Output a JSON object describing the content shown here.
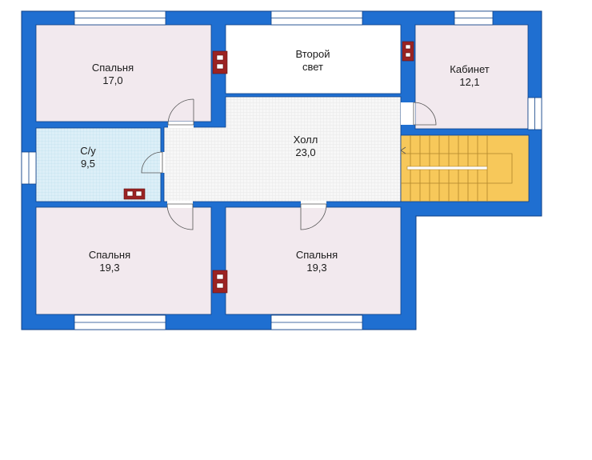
{
  "colors": {
    "wall": "#1f6fd1",
    "wall_outline": "#0d3f86",
    "room": "#f2e9ee",
    "bath": "#d6ecf7",
    "hall": "#f4f4f4",
    "stairs": "#f7c85a",
    "window": "#ffffff",
    "chimney": "#9c2323"
  },
  "rooms": {
    "bedroom_top_left": {
      "name": "Спальня",
      "area": "17,0"
    },
    "second_light": {
      "name": "Второй",
      "name2": "свет"
    },
    "study": {
      "name": "Кабинет",
      "area": "12,1"
    },
    "bathroom": {
      "name": "С/у",
      "area": "9,5"
    },
    "hall": {
      "name": "Холл",
      "area": "23,0"
    },
    "bedroom_bottom_left": {
      "name": "Спальня",
      "area": "19,3"
    },
    "bedroom_bottom_right": {
      "name": "Спальня",
      "area": "19,3"
    }
  }
}
